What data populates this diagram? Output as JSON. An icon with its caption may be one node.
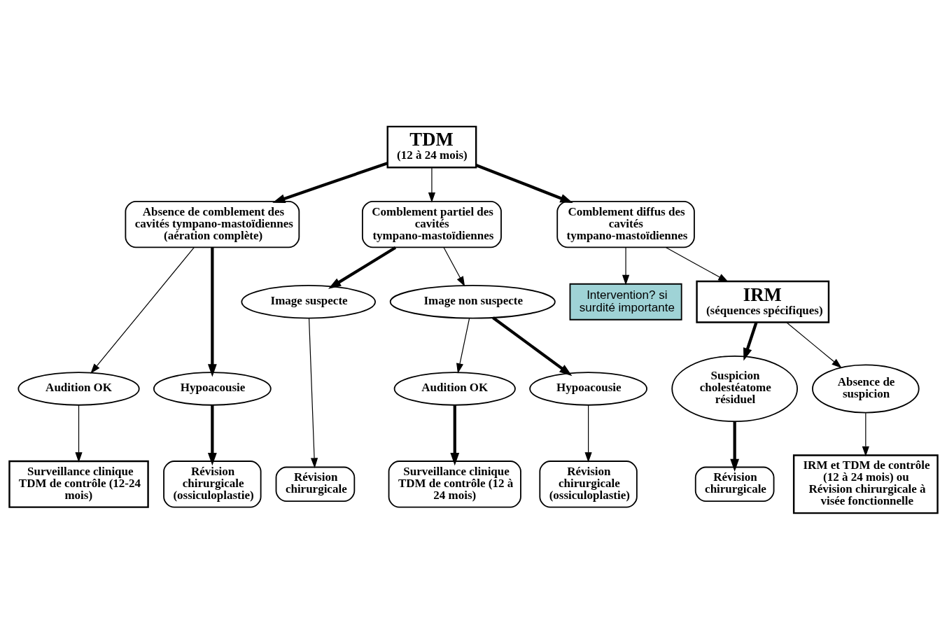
{
  "diagram": {
    "nodes": [
      {
        "text": [
          "TDM",
          "(12 à 24 mois)"
        ]
      },
      {
        "text": [
          "Absence de comblement des cavités tympano-mastoïdiennes (aération complète)"
        ]
      },
      {
        "text": [
          "Comblement partiel des cavités tympano-mastoïdiennes"
        ]
      },
      {
        "text": [
          "Comblement diffus des cavités tympano-mastoïdiennes"
        ]
      },
      {
        "text": [
          "Intervention? si surdité importante"
        ]
      },
      {
        "text": [
          "IRM",
          "(séquences spécifiques)"
        ]
      },
      {
        "text": [
          "Audition OK"
        ]
      },
      {
        "text": [
          "Hypoacousie"
        ]
      },
      {
        "text": [
          "Image suspecte"
        ]
      },
      {
        "text": [
          "Image non suspecte"
        ]
      },
      {
        "text": [
          "Audition OK"
        ]
      },
      {
        "text": [
          "Hypoacousie"
        ]
      },
      {
        "text": [
          "Suspicion cholestéatome résiduel"
        ]
      },
      {
        "text": [
          "Absence de suspicion"
        ]
      },
      {
        "text": [
          "Surveillance clinique TDM de contrôle (12-24 mois)"
        ]
      },
      {
        "text": [
          "Révision chirurgicale (ossiculoplastie)"
        ]
      },
      {
        "text": [
          "Révision chirurgicale"
        ]
      },
      {
        "text": [
          "Surveillance clinique TDM de contrôle (12 à 24 mois)"
        ]
      },
      {
        "text": [
          "Révision chirurgicale (ossiculoplastie)"
        ]
      },
      {
        "text": [
          "Révision chirurgicale"
        ]
      },
      {
        "text": [
          "IRM et TDM de contrôle (12 à 24 mois) ou Révision chirurgicale à visée fonctionnelle"
        ]
      }
    ],
    "edges": [
      {
        "from": 0,
        "to": 1,
        "arrow": "to",
        "style": "thick"
      },
      {
        "from": 0,
        "to": 2,
        "arrow": "to"
      },
      {
        "from": 0,
        "to": 3,
        "arrow": "to",
        "style": "thick"
      },
      {
        "from": 1,
        "to": 6,
        "arrow": "to"
      },
      {
        "from": 1,
        "to": 7,
        "arrow": "to",
        "style": "thick"
      },
      {
        "from": 2,
        "to": 8,
        "arrow": "to",
        "style": "thick"
      },
      {
        "from": 2,
        "to": 9,
        "arrow": "to"
      },
      {
        "from": 3,
        "to": 4,
        "arrow": "to"
      },
      {
        "from": 3,
        "to": 5,
        "arrow": "to"
      },
      {
        "from": 9,
        "to": 10,
        "arrow": "to"
      },
      {
        "from": 9,
        "to": 11,
        "arrow": "to",
        "style": "thick"
      },
      {
        "from": 5,
        "to": 12,
        "arrow": "to",
        "style": "thick"
      },
      {
        "from": 5,
        "to": 13,
        "arrow": "to"
      },
      {
        "from": 6,
        "to": 14,
        "arrow": "to"
      },
      {
        "from": 7,
        "to": 15,
        "arrow": "to",
        "style": "thick"
      },
      {
        "from": 8,
        "to": 16,
        "arrow": "to"
      },
      {
        "from": 10,
        "to": 17,
        "arrow": "to",
        "style": "thick"
      },
      {
        "from": 11,
        "to": 18,
        "arrow": "to"
      },
      {
        "from": 12,
        "to": 19,
        "arrow": "to",
        "style": "thick"
      },
      {
        "from": 13,
        "to": 20,
        "arrow": "to"
      }
    ]
  }
}
